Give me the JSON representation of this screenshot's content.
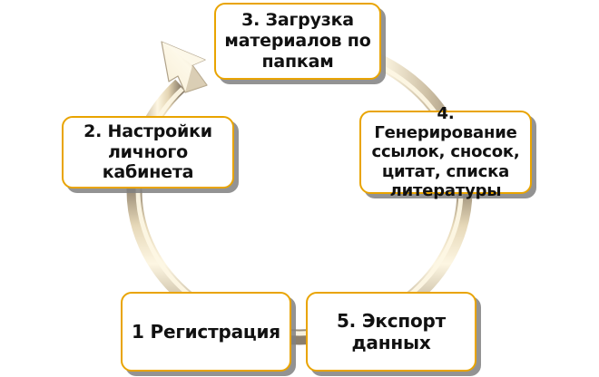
{
  "diagram": {
    "type": "cycle",
    "direction": "clockwise",
    "background_color": "#ffffff",
    "ring": {
      "shape": "torus",
      "highlight_color": "#fdf4dc",
      "mid_color": "#efe3c4",
      "shade_color": "#a89882",
      "edge_color": "#8c7f6c",
      "arrow_name": "clockwise-arrowhead"
    },
    "node_style": {
      "fill": "#ffffff",
      "border_color": "#e9a400",
      "shadow_color": "#808080",
      "text_color": "#111111"
    },
    "steps": [
      {
        "id": "1",
        "label": "1 Регистрация"
      },
      {
        "id": "2",
        "label": "2. Настройки\nличного кабинета"
      },
      {
        "id": "3",
        "label": "3. Загрузка\nматериалов по\nпапкам"
      },
      {
        "id": "4",
        "label": "4. Генерирование\nссылок, сносок,\nцитат, списка\nлитературы"
      },
      {
        "id": "5",
        "label": "5. Экспорт\nданных"
      }
    ]
  }
}
